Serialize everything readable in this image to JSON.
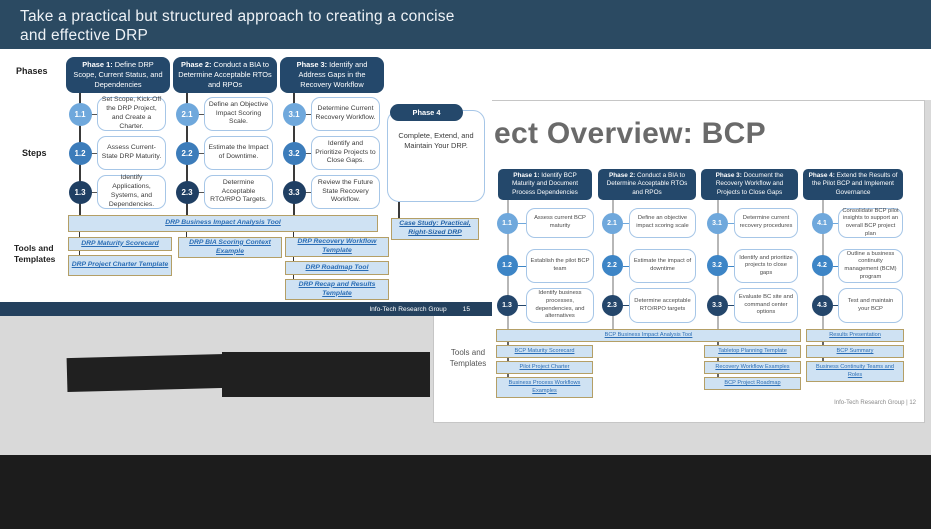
{
  "main_header": {
    "title_line1": "Take a practical but structured approach to creating a concise",
    "title_line2": "and effective DRP"
  },
  "drp": {
    "labels": {
      "phases": "Phases",
      "steps": "Steps",
      "tools1": "Tools and",
      "tools2": "Templates"
    },
    "phases": [
      {
        "b": "Phase 1:",
        "r": " Define DRP Scope, Current Status, and Dependencies"
      },
      {
        "b": "Phase 2:",
        "r": " Conduct a BIA to Determine Acceptable RTOs and RPOs"
      },
      {
        "b": "Phase 3:",
        "r": " Identify and Address Gaps in the Recovery Workflow"
      }
    ],
    "steps": {
      "col1": [
        {
          "n": "1.1",
          "t": "Set Scope, Kick-Off the DRP Project, and Create a Charter."
        },
        {
          "n": "1.2",
          "t": "Assess Current-State DRP Maturity."
        },
        {
          "n": "1.3",
          "t": "Identify Applications, Systems, and Dependencies."
        }
      ],
      "col2": [
        {
          "n": "2.1",
          "t": "Define an Objective Impact Scoring Scale."
        },
        {
          "n": "2.2",
          "t": "Estimate the Impact of Downtime."
        },
        {
          "n": "2.3",
          "t": "Determine Acceptable RTO/RPO Targets."
        }
      ],
      "col3": [
        {
          "n": "3.1",
          "t": "Determine Current Recovery Workflow."
        },
        {
          "n": "3.2",
          "t": "Identify and Prioritize Projects to Close Gaps."
        },
        {
          "n": "3.3",
          "t": "Review the Future State Recovery Workflow."
        }
      ]
    },
    "phase4": {
      "label": "Phase 4",
      "body": "Complete, Extend, and Maintain Your DRP.",
      "link": "Case Study: Practical, Right-Sized DRP"
    },
    "tools": {
      "wide": "DRP Business Impact Analysis Tool",
      "col1": [
        "DRP Maturity Scorecard",
        "DRP Project Charter Template"
      ],
      "col2": [
        "DRP BIA Scoring Context Example"
      ],
      "col3": [
        "DRP Recovery Workflow Template",
        "DRP Roadmap Tool",
        "DRP Recap and Results Template"
      ]
    },
    "footer": {
      "org": "Info-Tech Research Group",
      "page": "15"
    }
  },
  "bcp": {
    "title": "ect Overview: BCP",
    "phases": [
      {
        "b": "Phase 1:",
        "r": " Identify BCP Maturity and Document Process Dependencies"
      },
      {
        "b": "Phase 2:",
        "r": " Conduct a BIA to Determine Acceptable RTOs and RPOs"
      },
      {
        "b": "Phase 3:",
        "r": " Document the Recovery Workflow and Projects to Close Gaps"
      },
      {
        "b": "Phase 4:",
        "r": " Extend the Results of the Pilot BCP and Implement Governance"
      }
    ],
    "steps": {
      "col1": [
        {
          "n": "1.1",
          "t": "Assess current BCP maturity"
        },
        {
          "n": "1.2",
          "t": "Establish the pilot BCP team"
        },
        {
          "n": "1.3",
          "t": "Identify business processes, dependencies, and alternatives"
        }
      ],
      "col2": [
        {
          "n": "2.1",
          "t": "Define an objective impact scoring scale"
        },
        {
          "n": "2.2",
          "t": "Estimate the impact of downtime"
        },
        {
          "n": "2.3",
          "t": "Determine acceptable RTO/RPO targets"
        }
      ],
      "col3": [
        {
          "n": "3.1",
          "t": "Determine current recovery procedures"
        },
        {
          "n": "3.2",
          "t": "Identify and prioritize projects to close gaps"
        },
        {
          "n": "3.3",
          "t": "Evaluate BC site and command center options"
        }
      ],
      "col4": [
        {
          "n": "4.1",
          "t": "Consolidate BCP pilot insights to support an overall BCP project plan"
        },
        {
          "n": "4.2",
          "t": "Outline a business continuity management (BCM) program"
        },
        {
          "n": "4.3",
          "t": "Test and maintain your BCP"
        }
      ]
    },
    "labels": {
      "tools1": "Tools and",
      "tools2": "Templates"
    },
    "tools": {
      "wide": "BCP Business Impact Analysis Tool",
      "col1": [
        "BCP Maturity Scorecard",
        "Pilot Project Charter",
        "Business Process Workflows Examples"
      ],
      "col3": [
        "Tabletop Planning Template",
        "Recovery Workflow Examples",
        "BCP Project Roadmap"
      ],
      "col4": [
        "Results Presentation",
        "BCP Summary",
        "Business Continuity Teams and Roles"
      ]
    },
    "footer": "Info-Tech Research Group  |  12"
  },
  "colors": {
    "header_teal": "#2b4a62",
    "phase_navy": "#24486b",
    "step_light_blue": "#6fa8dc",
    "step_mid_blue": "#3d85c6",
    "step_dark_navy": "#24466b",
    "tool_fill": "#cfe2f3",
    "tool_border": "#b49f66",
    "link_blue": "#2a6db5",
    "footer_navy": "#24415e",
    "backdrop_gray": "#d9d9d9",
    "redaction_black": "#202020"
  }
}
